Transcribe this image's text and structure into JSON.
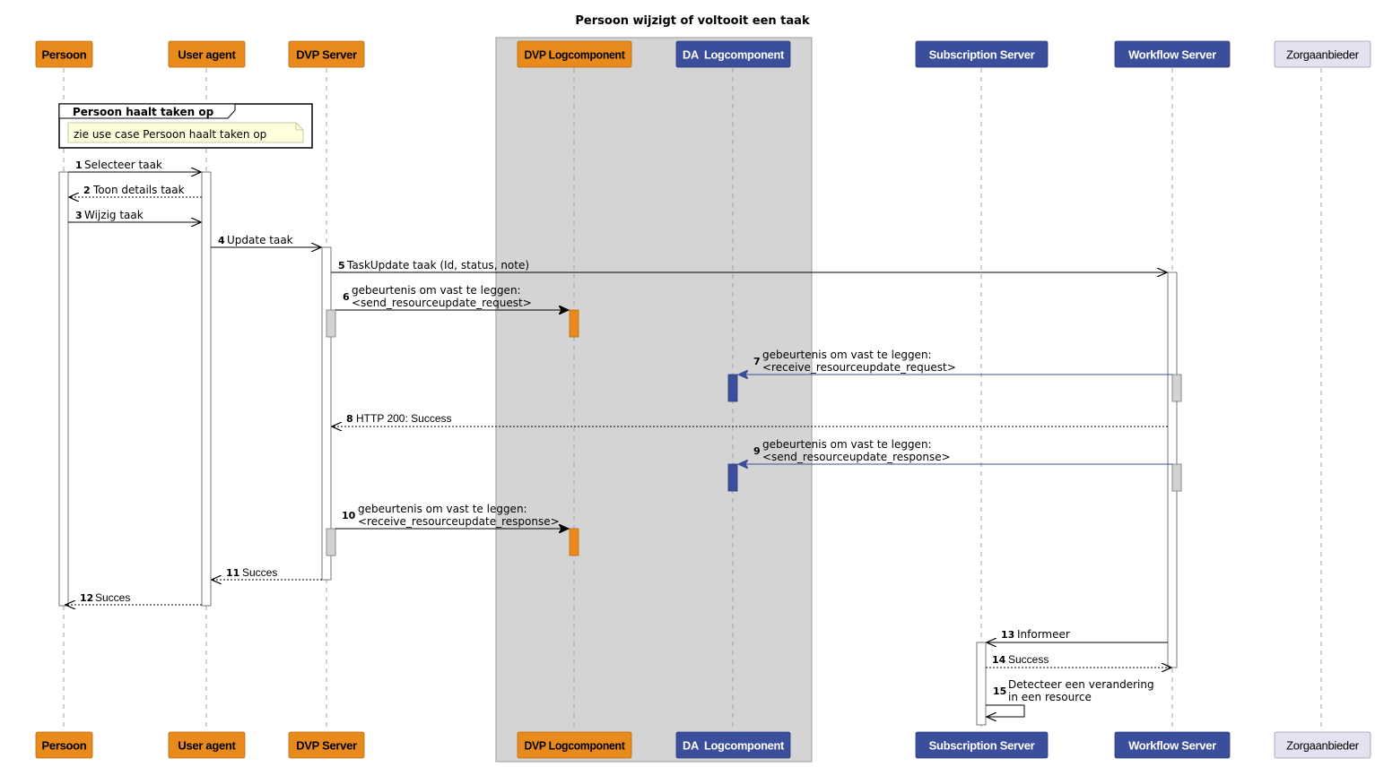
{
  "title": "Persoon wijzigt of voltooit een taak",
  "colors": {
    "orange": "#E98A1C",
    "blue": "#3B4E9B",
    "light_participant": "#E2E2F0",
    "box_bg": "#D4D4D4",
    "activation_gray": "#D3D3D3",
    "note_bg": "#FEFFDD"
  },
  "participants": [
    {
      "id": "persoon",
      "label": "Persoon",
      "style": "orange"
    },
    {
      "id": "useragent",
      "label": "User agent",
      "style": "orange"
    },
    {
      "id": "dvpserver",
      "label": "DVP Server",
      "style": "orange"
    },
    {
      "id": "dvplog",
      "label": "DVP Logcomponent",
      "style": "orange"
    },
    {
      "id": "dalog",
      "label": "DA  Logcomponent",
      "style": "blue"
    },
    {
      "id": "subserver",
      "label": "Subscription Server",
      "style": "blue"
    },
    {
      "id": "wfserver",
      "label": "Workflow Server",
      "style": "blue"
    },
    {
      "id": "zorg",
      "label": "Zorgaanbieder",
      "style": "light"
    }
  ],
  "group": {
    "title": "Persoon haalt taken op",
    "note": "zie use case Persoon haalt taken op"
  },
  "messages": [
    {
      "num": "1",
      "lines": [
        "Selecteer taak"
      ]
    },
    {
      "num": "2",
      "lines": [
        "Toon details taak"
      ]
    },
    {
      "num": "3",
      "lines": [
        "Wijzig taak"
      ]
    },
    {
      "num": "4",
      "lines": [
        "Update taak"
      ]
    },
    {
      "num": "5",
      "lines": [
        "TaskUpdate taak (Id, status, note)"
      ]
    },
    {
      "num": "6",
      "lines": [
        "gebeurtenis om vast te leggen:",
        "<send_resourceupdate_request>"
      ]
    },
    {
      "num": "7",
      "lines": [
        "gebeurtenis om vast te leggen:",
        "<receive_resourceupdate_request>"
      ]
    },
    {
      "num": "8",
      "lines": [
        "HTTP 200: Success"
      ]
    },
    {
      "num": "9",
      "lines": [
        "gebeurtenis om vast te leggen:",
        "<send_resourceupdate_response>"
      ]
    },
    {
      "num": "10",
      "lines": [
        "gebeurtenis om vast te leggen:",
        "<receive_resourceupdate_response>"
      ]
    },
    {
      "num": "11",
      "lines": [
        "Succes"
      ]
    },
    {
      "num": "12",
      "lines": [
        "Succes"
      ]
    },
    {
      "num": "13",
      "lines": [
        "Informeer"
      ]
    },
    {
      "num": "14",
      "lines": [
        "Success"
      ]
    },
    {
      "num": "15",
      "lines": [
        "Detecteer een verandering",
        "in een resource"
      ]
    }
  ]
}
